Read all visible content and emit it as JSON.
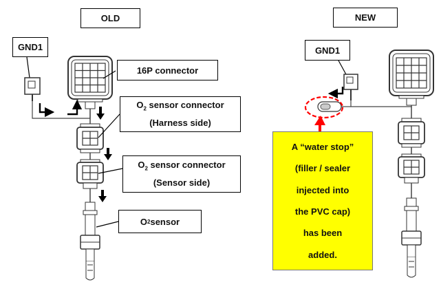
{
  "old_panel": {
    "title": "OLD"
  },
  "new_panel": {
    "title": "NEW"
  },
  "labels": {
    "gnd1_old": "GND1",
    "gnd1_new": "GND1",
    "connector_16p": "16P connector",
    "o2_harness_line1_prefix": "O",
    "o2_subscript": "2",
    "o2_harness_line1_suffix": " sensor connector",
    "o2_harness_line2": "(Harness side)",
    "o2_sensor_side_line1_suffix": " sensor connector",
    "o2_sensor_side_line2": "(Sensor side)",
    "o2_sensor_suffix": " sensor"
  },
  "note": {
    "lines": [
      "A “water stop”",
      "(filler / sealer",
      "injected into",
      "the PVC cap)",
      "has been",
      "added."
    ]
  },
  "colors": {
    "note_background": "#ffff00",
    "highlight": "#ff0000",
    "line": "#000000",
    "part_fill": "#ffffff",
    "part_stroke": "#333333"
  }
}
